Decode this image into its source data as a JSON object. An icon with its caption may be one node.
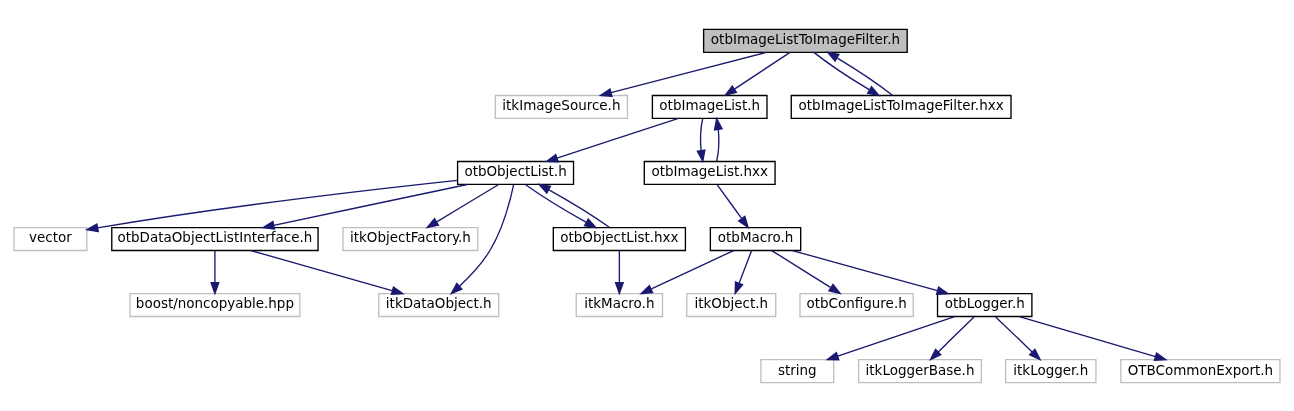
{
  "diagram": {
    "nodes": [
      {
        "text": [
          "otbImageListToImageFilter.h"
        ]
      },
      {
        "text": [
          "itkImageSource.h"
        ]
      },
      {
        "text": [
          "otbImageList.h"
        ]
      },
      {
        "text": [
          "otbImageListToImageFilter.hxx"
        ]
      },
      {
        "text": [
          "otbObjectList.h"
        ]
      },
      {
        "text": [
          "otbImageList.hxx"
        ]
      },
      {
        "text": [
          "vector"
        ]
      },
      {
        "text": [
          "otbDataObjectListInterface.h"
        ]
      },
      {
        "text": [
          "itkObjectFactory.h"
        ]
      },
      {
        "text": [
          "otbObjectList.hxx"
        ]
      },
      {
        "text": [
          "otbMacro.h"
        ]
      },
      {
        "text": [
          "itkDataObject.h"
        ]
      },
      {
        "text": [
          "boost/noncopyable.hpp"
        ]
      },
      {
        "text": [
          "itkMacro.h"
        ]
      },
      {
        "text": [
          "itkObject.h"
        ]
      },
      {
        "text": [
          "otbConfigure.h"
        ]
      },
      {
        "text": [
          "otbLogger.h"
        ]
      },
      {
        "text": [
          "string"
        ]
      },
      {
        "text": [
          "itkLoggerBase.h"
        ]
      },
      {
        "text": [
          "itkLogger.h"
        ]
      },
      {
        "text": [
          "OTBCommonExport.h"
        ]
      }
    ],
    "edges": [
      {
        "from": 0,
        "to": 1,
        "arrow": "to"
      },
      {
        "from": 0,
        "to": 2,
        "arrow": "to"
      },
      {
        "from": 0,
        "to": 3,
        "arrow": "to"
      },
      {
        "from": 3,
        "to": 0,
        "arrow": "to"
      },
      {
        "from": 2,
        "to": 4,
        "arrow": "to"
      },
      {
        "from": 2,
        "to": 5,
        "arrow": "to"
      },
      {
        "from": 5,
        "to": 2,
        "arrow": "to"
      },
      {
        "from": 4,
        "to": 6,
        "arrow": "to"
      },
      {
        "from": 4,
        "to": 7,
        "arrow": "to"
      },
      {
        "from": 4,
        "to": 8,
        "arrow": "to"
      },
      {
        "from": 4,
        "to": 9,
        "arrow": "to"
      },
      {
        "from": 9,
        "to": 4,
        "arrow": "to"
      },
      {
        "from": 4,
        "to": 11,
        "arrow": "to"
      },
      {
        "from": 5,
        "to": 10,
        "arrow": "to"
      },
      {
        "from": 7,
        "to": 11,
        "arrow": "to"
      },
      {
        "from": 7,
        "to": 12,
        "arrow": "to"
      },
      {
        "from": 9,
        "to": 13,
        "arrow": "to"
      },
      {
        "from": 10,
        "to": 13,
        "arrow": "to"
      },
      {
        "from": 10,
        "to": 14,
        "arrow": "to"
      },
      {
        "from": 10,
        "to": 15,
        "arrow": "to"
      },
      {
        "from": 10,
        "to": 16,
        "arrow": "to"
      },
      {
        "from": 16,
        "to": 17,
        "arrow": "to"
      },
      {
        "from": 16,
        "to": 18,
        "arrow": "to"
      },
      {
        "from": 16,
        "to": 19,
        "arrow": "to"
      },
      {
        "from": 16,
        "to": 20,
        "arrow": "to"
      }
    ]
  }
}
